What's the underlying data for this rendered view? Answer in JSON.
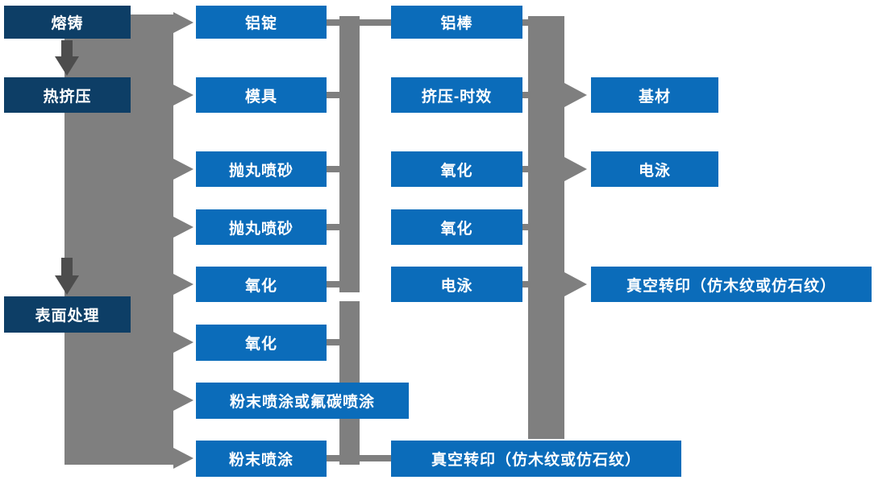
{
  "colors": {
    "dark_node": "#0d3e66",
    "blue_node": "#0b6cba",
    "connector_gray": "#7f7f7f",
    "arrow_dark": "#4d4d4d",
    "text": "#ffffff",
    "background": "#ffffff"
  },
  "nodes": {
    "col1": [
      "熔铸",
      "热挤压",
      "表面处理"
    ],
    "col2": [
      "铝锭",
      "模具",
      "抛丸喷砂",
      "抛丸喷砂",
      "氧化",
      "氧化",
      "粉末喷涂或氟碳喷涂",
      "粉末喷涂"
    ],
    "col3": [
      "铝棒",
      "挤压-时效",
      "氧化",
      "氧化",
      "电泳",
      "真空转印（仿木纹或仿石纹）"
    ],
    "col4": [
      "基材",
      "电泳",
      "真空转印（仿木纹或仿石纹）"
    ]
  }
}
